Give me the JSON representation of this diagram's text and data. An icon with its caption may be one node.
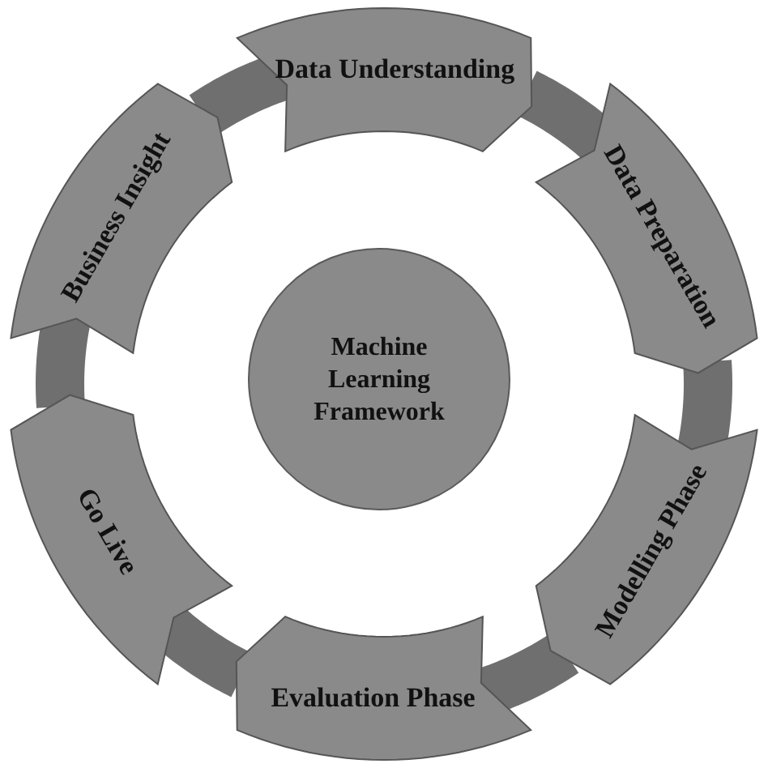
{
  "diagram": {
    "nodes": [
      {
        "text": [
          "Machine Learning Framework"
        ]
      },
      {
        "text": [
          "Data Understanding"
        ]
      },
      {
        "text": [
          "Data Preparation"
        ]
      },
      {
        "text": [
          "Modelling Phase"
        ]
      },
      {
        "text": [
          "Evaluation Phase"
        ]
      },
      {
        "text": [
          "Go Live"
        ]
      },
      {
        "text": [
          "Business Insight"
        ]
      }
    ],
    "edges": [
      {
        "from": 1,
        "to": 2,
        "arrow": "none"
      },
      {
        "from": 2,
        "to": 3,
        "arrow": "none"
      },
      {
        "from": 3,
        "to": 4,
        "arrow": "none"
      },
      {
        "from": 4,
        "to": 5,
        "arrow": "none"
      },
      {
        "from": 5,
        "to": 6,
        "arrow": "none"
      },
      {
        "from": 6,
        "to": 1,
        "arrow": "none"
      }
    ]
  }
}
